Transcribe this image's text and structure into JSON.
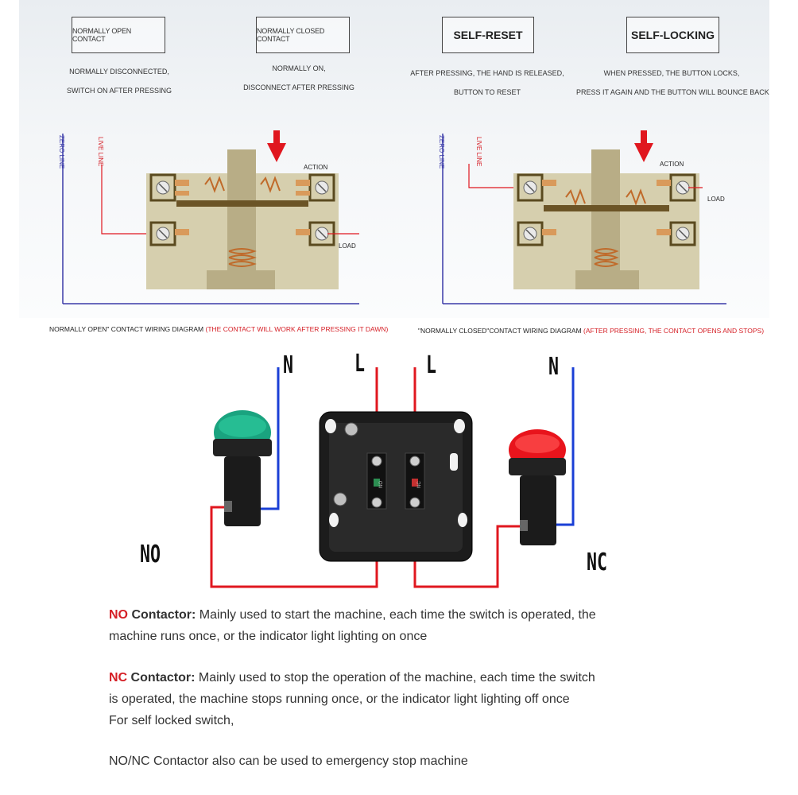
{
  "boxes": {
    "no_contact": "NORMALLY OPEN CONTACT",
    "nc_contact": "NORMALLY CLOSED CONTACT",
    "self_reset": "SELF-RESET",
    "self_locking": "SELF-LOCKING"
  },
  "descriptions": {
    "no_line1": "NORMALLY DISCONNECTED,",
    "no_line2": "SWITCH ON AFTER PRESSING",
    "nc_line1": "NORMALLY ON,",
    "nc_line2": "DISCONNECT AFTER PRESSING",
    "reset_line1": "AFTER PRESSING, THE HAND IS RELEASED,",
    "reset_line2": "BUTTON TO RESET",
    "locking_line1": "WHEN PRESSED, THE BUTTON LOCKS,",
    "locking_line2": "PRESS IT AGAIN AND THE BUTTON WILL BOUNCE BACK"
  },
  "diagram_labels": {
    "zero_line": "ZERO LINE",
    "live_line": "LIVE LINE",
    "action": "ACTION",
    "load": "LOAD"
  },
  "captions": {
    "left_main": "NORMALLY OPEN\" CONTACT WIRING DIAGRAM ",
    "left_red": "(THE CONTACT WILL WORK AFTER PRESSING IT DAWN)",
    "right_main": "\"NORMALLY CLOSED\"CONTACT WIRING DIAGRAM ",
    "right_red": "(AFTER PRESSING, THE CONTACT OPENS AND STOPS)"
  },
  "wiring": {
    "n_left": "N",
    "l_left": "L",
    "l_right": "L",
    "n_right": "N",
    "no_label": "NO",
    "nc_label": "NC",
    "block_left_code": "NO",
    "block_right_code": "NC"
  },
  "colors": {
    "live_red": "#e0171f",
    "neutral_blue": "#1a3fd6",
    "indicator_green": "#1aa37f",
    "indicator_red": "#e8141c",
    "text_red": "#d51f26"
  },
  "notes": {
    "no_key": "NO",
    "no_title": " Contactor:",
    "no_text1": " Mainly used to start the machine, each time the switch is operated, the",
    "no_text2": "machine runs once, or the indicator light lighting on once",
    "nc_key": "NC",
    "nc_title": " Contactor:",
    "nc_text1": " Mainly used to stop the operation of the machine, each time the switch",
    "nc_text2": "is operated, the machine stops running once, or the indicator light lighting off once",
    "nc_text3": "For self locked switch,",
    "emergency": "NO/NC Contactor also can be used to emergency stop machine"
  }
}
